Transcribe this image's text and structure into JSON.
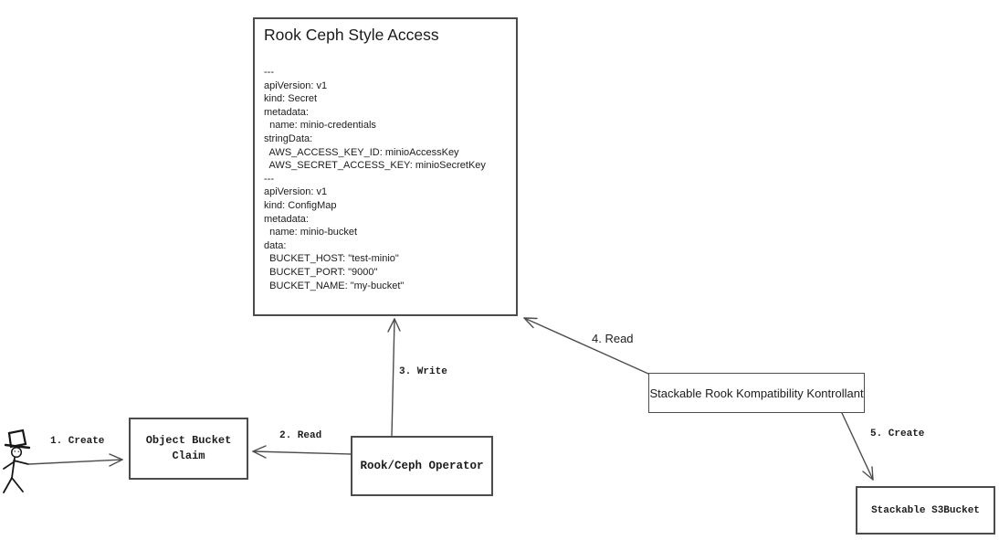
{
  "diagram": {
    "nodes": {
      "rook_ceph": {
        "title": "Rook Ceph Style Access",
        "yaml": "---\napiVersion: v1\nkind: Secret\nmetadata:\n  name: minio-credentials\nstringData:\n  AWS_ACCESS_KEY_ID: minioAccessKey\n  AWS_SECRET_ACCESS_KEY: minioSecretKey\n---\napiVersion: v1\nkind: ConfigMap\nmetadata:\n  name: minio-bucket\ndata:\n  BUCKET_HOST: \"test-minio\"\n  BUCKET_PORT: \"9000\"\n  BUCKET_NAME: \"my-bucket\""
      },
      "object_bucket_claim": {
        "label": "Object Bucket\nClaim"
      },
      "rook_ceph_operator": {
        "label": "Rook/Ceph Operator"
      },
      "stackable_kontrollant": {
        "label": "Stackable Rook Kompatibility Kontrollant"
      },
      "stackable_s3bucket": {
        "label": "Stackable S3Bucket"
      }
    },
    "edges": {
      "e1": {
        "label": "1. Create",
        "from": "user",
        "to": "object_bucket_claim"
      },
      "e2": {
        "label": "2. Read",
        "from": "rook_ceph_operator",
        "to": "object_bucket_claim"
      },
      "e3": {
        "label": "3. Write",
        "from": "rook_ceph_operator",
        "to": "rook_ceph"
      },
      "e4": {
        "label": "4. Read",
        "from": "stackable_kontrollant",
        "to": "rook_ceph"
      },
      "e5": {
        "label": "5. Create",
        "from": "stackable_kontrollant",
        "to": "stackable_s3bucket"
      }
    },
    "icons": {
      "user_actor": "stick-figure-with-top-hat"
    },
    "colors": {
      "line": "#4d4d4d",
      "border": "#4c4c4c",
      "text": "#1c1c1c",
      "background": "#ffffff"
    }
  }
}
